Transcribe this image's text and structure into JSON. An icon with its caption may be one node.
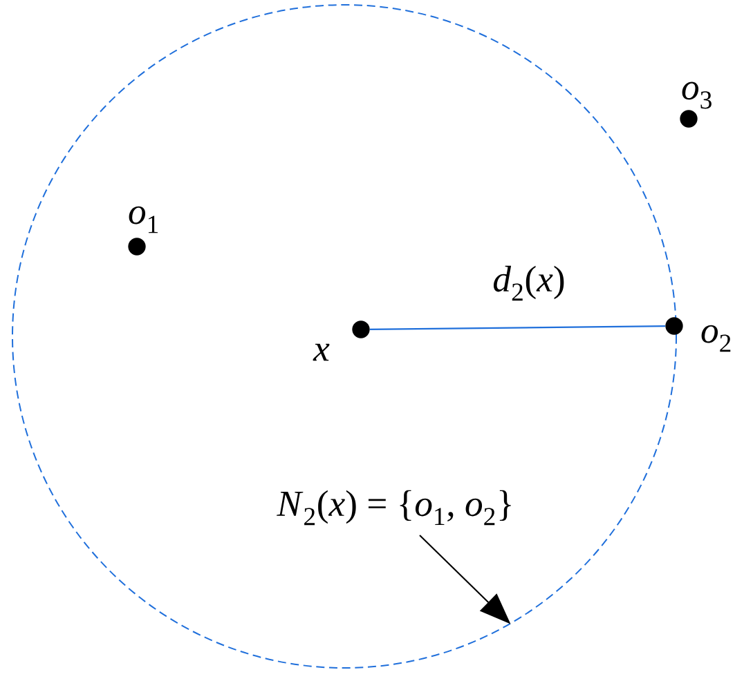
{
  "diagram": {
    "nodes": [
      {
        "text": [],
        "shape": "circle"
      },
      {
        "text": [],
        "shape": "circle",
        "beside": [
          "*o*$_{3}$"
        ]
      },
      {
        "text": [],
        "shape": "circle",
        "beside": [
          "*o*$_{1}$"
        ],
        "in": 0
      },
      {
        "text": [],
        "shape": "circle",
        "beside": [
          "*x*"
        ],
        "in": 0
      },
      {
        "text": [],
        "shape": "circle",
        "beside": [
          "*o*$_{2}$"
        ]
      },
      {
        "text": [
          "*N*$_{2}$(*x*) = {*o*$_{1}$, *o*$_{2}$}"
        ],
        "in": 0
      }
    ],
    "edges": [
      {
        "from": 3,
        "to": 4,
        "arrow": "none",
        "label": "*d*$_{2}$(*x*)",
        "color": "#1f6fdb"
      },
      {
        "from": 5,
        "to": 0,
        "arrow": "to",
        "color": "#000000"
      }
    ]
  }
}
